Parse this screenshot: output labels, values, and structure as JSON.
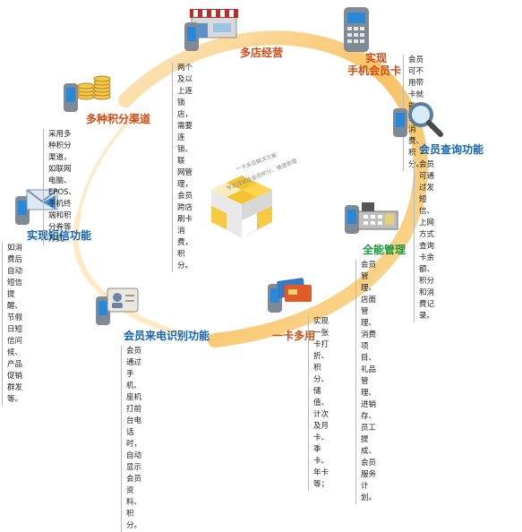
{
  "colors": {
    "ring": "#f7b84a",
    "ring_light": "#fde3b4",
    "title_blue": "#1464b4",
    "title_red": "#d24b14",
    "title_green": "#189a3c",
    "phone_body": "#7f8a95",
    "phone_screen": "#2a88d8"
  },
  "center": {
    "line1": "一卡多店解决方案",
    "line2": "专注连锁店会员积分、储值管理"
  },
  "features": [
    {
      "id": "multi-store",
      "title": "多店经营",
      "desc": [
        "两个及以上连锁店，需要连锁、联",
        "网管理，会员跨店刷卡消费，积分。"
      ],
      "icon": "storefront-icon",
      "title_color": "title_red"
    },
    {
      "id": "phone-card",
      "title": "实现\n手机会员卡",
      "desc": [
        "会员可不用带卡就能",
        "实现消费、积分。"
      ],
      "icon": "phone-keypad-icon",
      "title_color": "title_red"
    },
    {
      "id": "member-query",
      "title": "会员查询功能",
      "desc": [
        "会员可通过发短信、上网方式",
        "查询卡余额、积分和消费记录。"
      ],
      "icon": "magnifier-icon",
      "title_color": "title_blue"
    },
    {
      "id": "full-management",
      "title": "全能管理",
      "desc": [
        "会员管理、店面管理、消费项目、礼品",
        "管理、进销存、员工提成、会员服务计划。"
      ],
      "icon": "cash-register-icon",
      "title_color": "title_green"
    },
    {
      "id": "one-card",
      "title": "一卡多用",
      "desc": [
        "实现一张卡打折、积分、储值、",
        "计次及月卡、季卡、年卡等；"
      ],
      "icon": "cards-icon",
      "title_color": "title_red"
    },
    {
      "id": "caller-id",
      "title": "会员来电识别功能",
      "desc": [
        "会员通过手机、座机打前台电话",
        "时，自动显示会员资料、积分。"
      ],
      "icon": "contact-card-icon",
      "title_color": "title_blue"
    },
    {
      "id": "sms",
      "title": "实现短信功能",
      "desc": [
        "如消费后自动短信提醒、节假",
        "日短信问候、产品促销群发等。"
      ],
      "icon": "envelope-icon",
      "title_color": "title_blue"
    },
    {
      "id": "points",
      "title": "多种积分渠道",
      "desc": [
        "采用多种积分渠道，如联网电脑、",
        "EPOS、手机终端和积分券等方式。"
      ],
      "icon": "coins-icon",
      "title_color": "title_red"
    }
  ]
}
